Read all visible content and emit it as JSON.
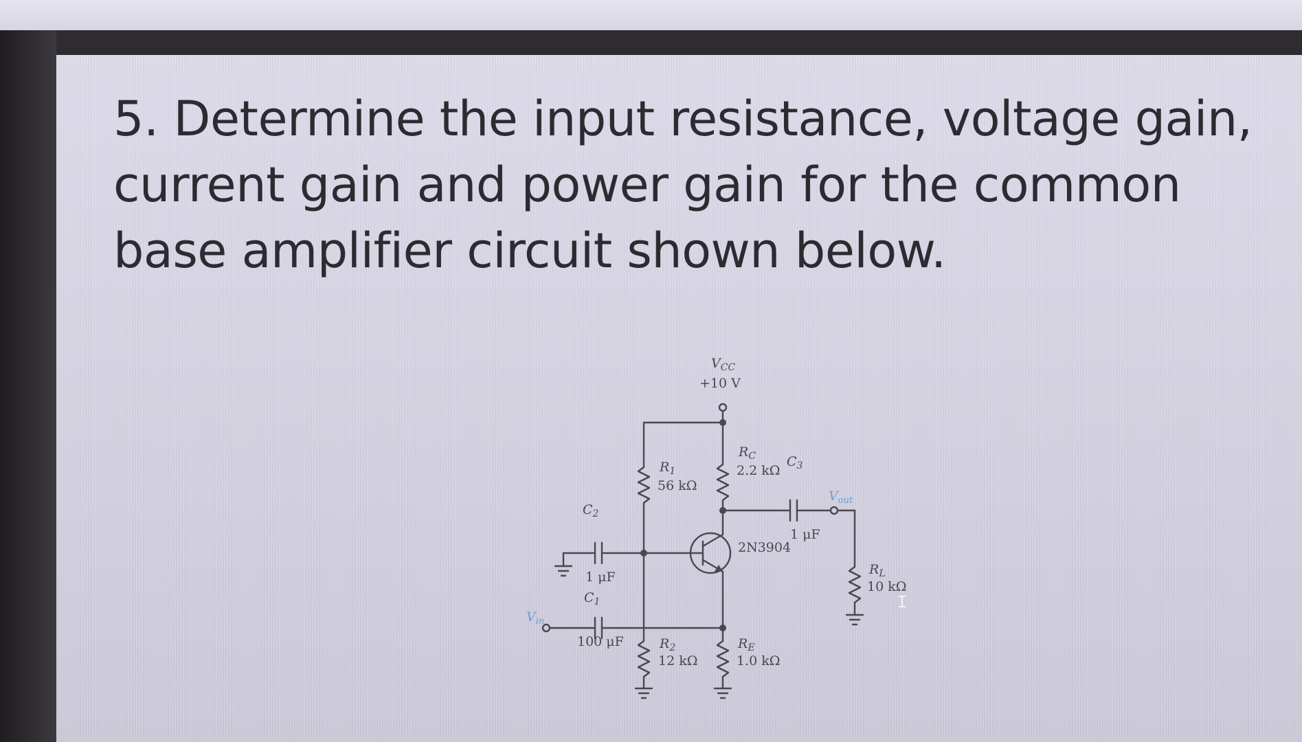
{
  "question": {
    "lines": [
      "5. Determine the input resistance, voltage gain,",
      "current gain and power gain for the common",
      "base amplifier circuit shown below."
    ]
  },
  "circuit": {
    "supply": {
      "label": "V",
      "sub": "CC",
      "value": "+10 V"
    },
    "r1": {
      "label": "R",
      "sub": "1",
      "value": "56 kΩ"
    },
    "r2": {
      "label": "R",
      "sub": "2",
      "value": "12 kΩ"
    },
    "rc": {
      "label": "R",
      "sub": "C",
      "value": "2.2 kΩ"
    },
    "re": {
      "label": "R",
      "sub": "E",
      "value": "1.0 kΩ"
    },
    "rl": {
      "label": "R",
      "sub": "L",
      "value": "10 kΩ"
    },
    "c1": {
      "label": "C",
      "sub": "1",
      "value": "100 μF"
    },
    "c2": {
      "label": "C",
      "sub": "2",
      "value": "1 μF"
    },
    "c3": {
      "label": "C",
      "sub": "3",
      "value": "1 μF"
    },
    "transistor": {
      "label": "2N3904"
    },
    "vin": {
      "label": "V",
      "sub": "in"
    },
    "vout": {
      "label": "V",
      "sub": "out"
    }
  },
  "colors": {
    "ink": "#4a4750",
    "text": "#2d2a30",
    "accent": "#6d9fd0",
    "bezel": "#2e2b31"
  }
}
